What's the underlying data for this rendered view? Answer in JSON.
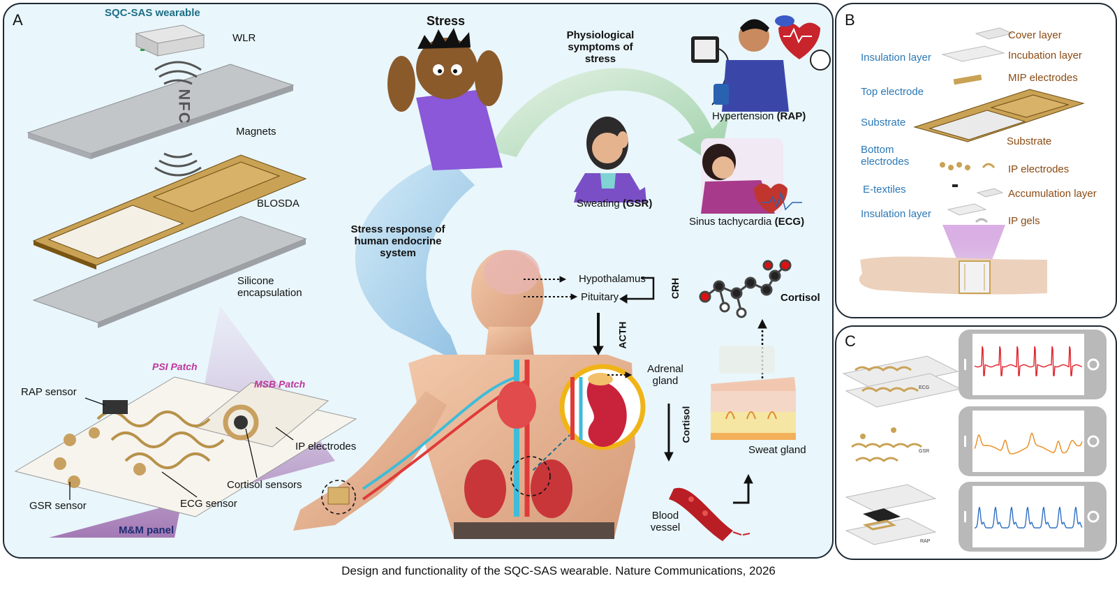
{
  "caption": "Design and functionality of the SQC-SAS wearable. Nature Communications, 2026",
  "panel_a": {
    "letter": "A",
    "wearable_title": "SQC-SAS wearable",
    "layers": [
      "WLR",
      "Magnets",
      "BLOSDA",
      "Silicone encapsulation"
    ],
    "nfc": "NFC",
    "patches": {
      "psi": "PSI Patch",
      "msb": "MSB Patch"
    },
    "sensors": {
      "rap": "RAP sensor",
      "gsr": "GSR sensor",
      "ecg": "ECG sensor",
      "cortisol": "Cortisol sensors",
      "ip": "IP electrodes"
    },
    "mm_panel": "M&M panel",
    "stress": "Stress",
    "physio_title": "Physiological symptoms of stress",
    "hypertension": {
      "text": "Hypertension ",
      "code": "(RAP)"
    },
    "sweating": {
      "text": "Sweating ",
      "code": "(GSR)"
    },
    "tachy": {
      "text": "Sinus tachycardia ",
      "code": "(ECG)"
    },
    "endocrine": "Stress response of human endocrine system",
    "hypothalamus": "Hypothalamus",
    "pituitary": "Pituitary",
    "crh": "CRH",
    "acth": "ACTH",
    "adrenal": "Adrenal gland",
    "cortisol_arrow": "Cortisol",
    "cortisol_mol": "Cortisol",
    "sweat_gland": "Sweat gland",
    "blood_vessel": "Blood vessel"
  },
  "panel_b": {
    "letter": "B",
    "left": [
      "Insulation layer",
      "Top electrode",
      "Substrate",
      "Bottom electrodes",
      "E-textiles",
      "Insulation layer"
    ],
    "right": [
      "Cover layer",
      "Incubation layer",
      "MIP electrodes",
      "Substrate",
      "IP electrodes",
      "Accumulation layer",
      "IP gels"
    ]
  },
  "panel_c": {
    "letter": "C",
    "devices": [
      "ECG",
      "GSR",
      "RAP"
    ],
    "colors": {
      "ecg": "#e0202a",
      "gsr": "#e88a1c",
      "rap": "#2f6fc2"
    }
  }
}
